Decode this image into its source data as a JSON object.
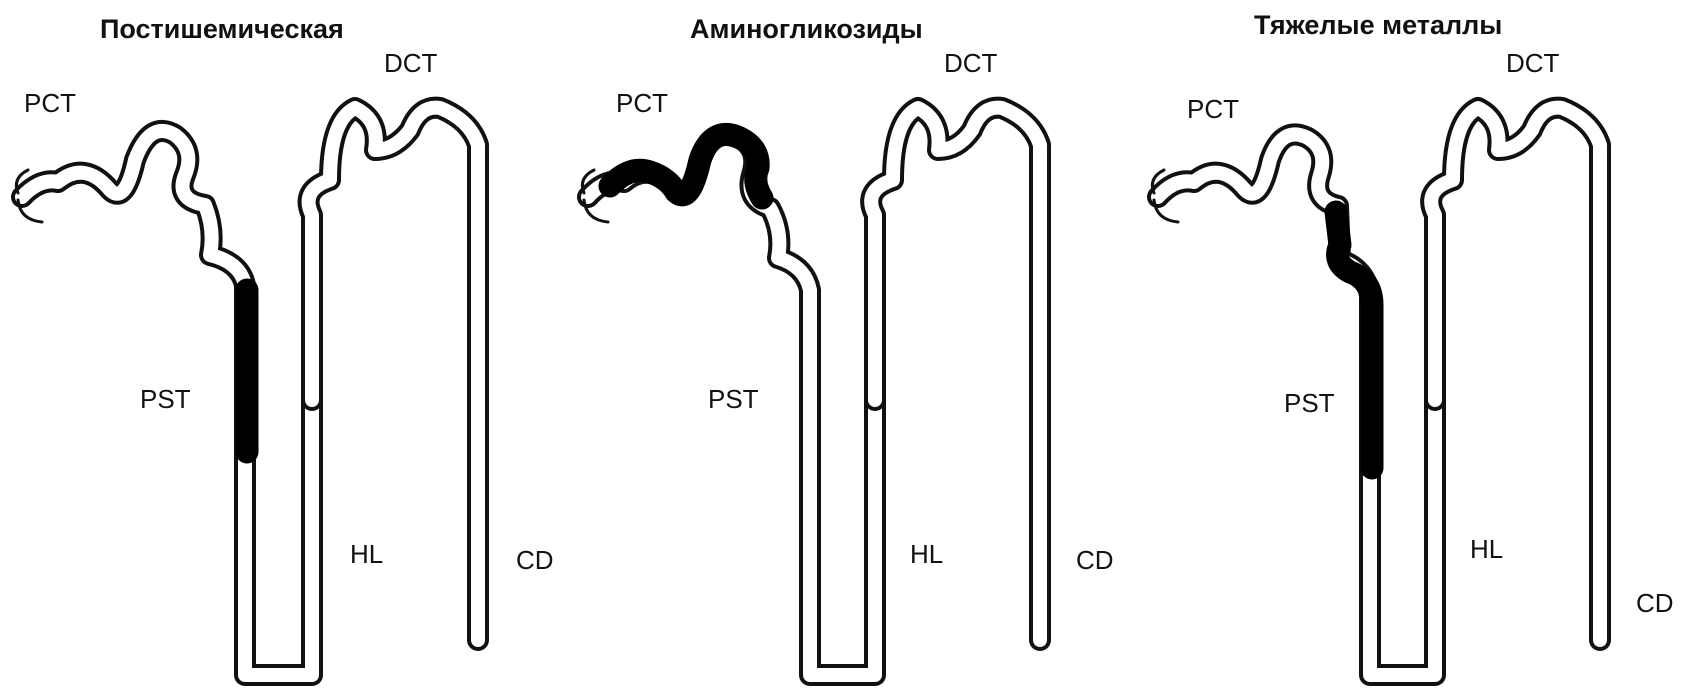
{
  "panels": [
    {
      "title": "Постишемическая",
      "labels": {
        "pct": "PCT",
        "dct": "DCT",
        "pst": "PST",
        "hl": "HL",
        "cd": "CD"
      },
      "affected_segment": "PST"
    },
    {
      "title": "Аминогликозиды",
      "labels": {
        "pct": "PCT",
        "dct": "DCT",
        "pst": "PST",
        "hl": "HL",
        "cd": "CD"
      },
      "affected_segment": "PCT"
    },
    {
      "title": "Тяжелые металлы",
      "labels": {
        "pct": "PCT",
        "dct": "DCT",
        "pst": "PST",
        "hl": "HL",
        "cd": "CD"
      },
      "affected_segment": "PCT-PST"
    }
  ],
  "colors": {
    "lesion": "#000000",
    "outline": "#111111",
    "background": "#ffffff"
  }
}
